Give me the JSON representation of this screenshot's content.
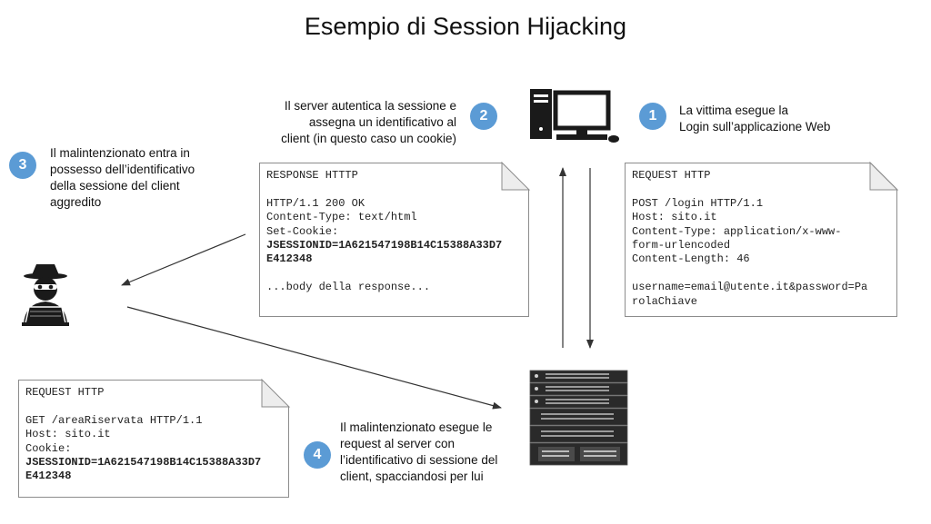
{
  "title": "Esempio di Session Hijacking",
  "steps": [
    {
      "number": "1",
      "lines": [
        "La vittima esegue la",
        "Login sull’applicazione Web"
      ]
    },
    {
      "number": "2",
      "lines": [
        "Il server autentica la sessione e",
        "assegna un identificativo al",
        "client (in questo caso un cookie)"
      ]
    },
    {
      "number": "3",
      "lines": [
        "Il malintenzionato entra in",
        "possesso dell’identificativo",
        "della sessione del client",
        "aggredito"
      ]
    },
    {
      "number": "4",
      "lines": [
        "Il malintenzionato esegue le",
        "request al server con",
        "l’identificativo di sessione del",
        "client, spacciandosi per lui"
      ]
    }
  ],
  "notes": {
    "login_request": {
      "lines": [
        "REQUEST HTTP",
        "",
        "POST /login HTTP/1.1",
        "Host: sito.it",
        "Content-Type: application/x-www-",
        "form-urlencoded",
        "Content-Length: 46",
        "",
        "username=email@utente.it&password=Pa",
        "rolaChiave"
      ]
    },
    "response": {
      "lines": [
        "RESPONSE HTTTP",
        "",
        "HTTP/1.1 200 OK",
        "Content-Type: text/html",
        "Set-Cookie:"
      ],
      "bold_lines": [
        "JSESSIONID=1A621547198B14C15388A33D7",
        "E412348"
      ],
      "after_lines": [
        "",
        "...body della response..."
      ]
    },
    "hijack_request": {
      "lines": [
        "REQUEST HTTP",
        "",
        "GET /areaRiservata HTTP/1.1",
        "Host: sito.it",
        "Cookie:"
      ],
      "bold_lines": [
        "JSESSIONID=1A621547198B14C15388A33D7",
        "E412348"
      ]
    }
  },
  "icons": {
    "client": "computer-icon",
    "server": "server-rack-icon",
    "attacker": "hacker-icon"
  },
  "colors": {
    "badge": "#5b9bd5",
    "icon": "#1a1a1a"
  }
}
